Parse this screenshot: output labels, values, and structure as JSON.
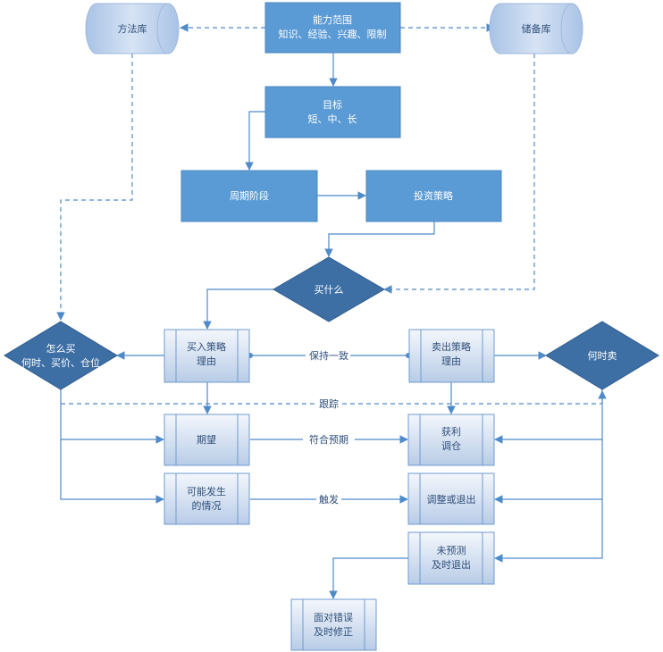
{
  "nodes": {
    "ability": {
      "lines": [
        "能力范围",
        "知识、经验、兴趣、限制"
      ]
    },
    "method_lib": {
      "lines": [
        "方法库"
      ]
    },
    "storage_lib": {
      "lines": [
        "储备库"
      ]
    },
    "goal": {
      "lines": [
        "目标",
        "短、中、长"
      ]
    },
    "cycle": {
      "lines": [
        "周期阶段"
      ]
    },
    "strategy": {
      "lines": [
        "投资策略"
      ]
    },
    "what_buy": {
      "lines": [
        "买什么"
      ]
    },
    "how_buy": {
      "lines": [
        "怎么买",
        "何时、买价、仓位"
      ]
    },
    "buy_reason": {
      "lines": [
        "买入策略",
        "理由"
      ]
    },
    "sell_reason": {
      "lines": [
        "卖出策略",
        "理由"
      ]
    },
    "when_sell": {
      "lines": [
        "何时卖"
      ]
    },
    "expect": {
      "lines": [
        "期望"
      ]
    },
    "profit": {
      "lines": [
        "获利",
        "调仓"
      ]
    },
    "possible": {
      "lines": [
        "可能发生",
        "的情况"
      ]
    },
    "adjust_exit": {
      "lines": [
        "调整或退出"
      ]
    },
    "unexpected": {
      "lines": [
        "未预测",
        "及时退出"
      ]
    },
    "fix_error": {
      "lines": [
        "面对错误",
        "及时修正"
      ]
    }
  },
  "edge_labels": {
    "consistent": "保持一致",
    "track": "跟踪",
    "meets": "符合预期",
    "trigger": "触发"
  },
  "colors": {
    "solid_fill": "#5b9bd5",
    "edge": "#4f8bc9",
    "light_fill_top": "#eef3fa",
    "light_fill_bottom": "#b9cde8",
    "text_dark": "#2f4f7a"
  }
}
